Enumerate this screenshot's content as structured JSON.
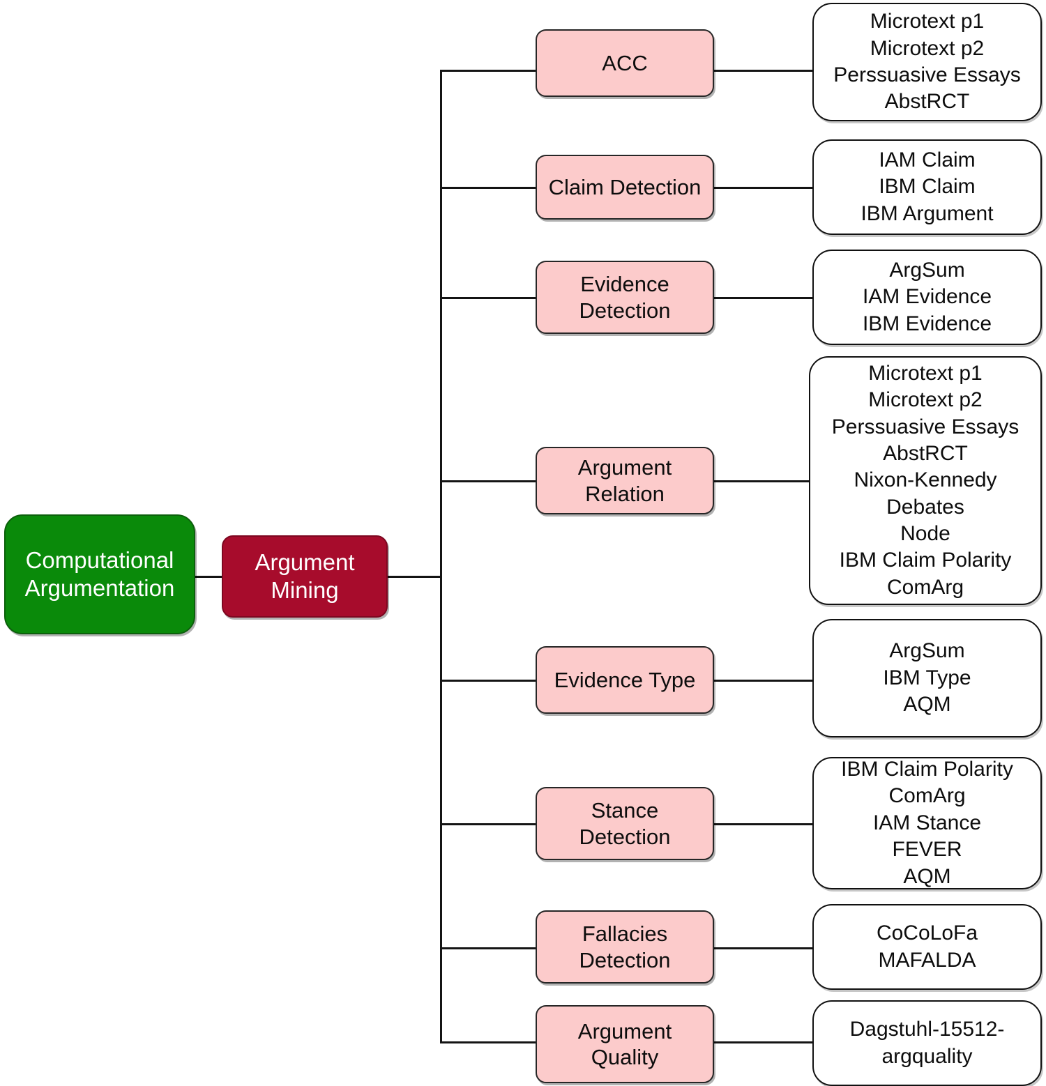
{
  "diagram": {
    "title": "Computational Argumentation taxonomy",
    "colors": {
      "root_fill": "#0a8a0a",
      "branch_fill": "#a70c2c",
      "task_fill": "#fccbcb",
      "detail_fill": "#ffffff",
      "stroke": "#141414",
      "root_text": "#ffffff",
      "branch_text": "#ffffff",
      "task_text": "#0d0d0d"
    },
    "root": {
      "label": "Computational\nArgumentation"
    },
    "branch": {
      "label": "Argument\nMining"
    },
    "tasks": [
      {
        "label": "ACC",
        "datasets": [
          "Microtext p1",
          "Microtext p2",
          "Perssuasive Essays",
          "AbstRCT"
        ],
        "datasets_text": "Microtext p1\nMicrotext p2\nPerssuasive Essays\nAbstRCT"
      },
      {
        "label": "Claim Detection",
        "datasets": [
          "IAM Claim",
          "IBM Claim",
          "IBM Argument"
        ],
        "datasets_text": "IAM Claim\nIBM Claim\nIBM Argument"
      },
      {
        "label": "Evidence\nDetection",
        "datasets": [
          "ArgSum",
          "IAM Evidence",
          "IBM Evidence"
        ],
        "datasets_text": "ArgSum\nIAM Evidence\nIBM Evidence"
      },
      {
        "label": "Argument\nRelation",
        "datasets": [
          "Microtext p1",
          "Microtext p2",
          "Perssuasive Essays",
          "AbstRCT",
          "Nixon-Kennedy Debates",
          "Node",
          "IBM Claim Polarity",
          "ComArg"
        ],
        "datasets_text": "Microtext p1\nMicrotext p2\nPerssuasive Essays\nAbstRCT\nNixon-Kennedy Debates\nNode\nIBM Claim Polarity\nComArg"
      },
      {
        "label": "Evidence Type",
        "datasets": [
          "ArgSum",
          "IBM Type",
          "AQM"
        ],
        "datasets_text": "ArgSum\nIBM Type\nAQM"
      },
      {
        "label": "Stance\nDetection",
        "datasets": [
          "IBM Claim Polarity",
          "ComArg",
          "IAM Stance",
          "FEVER",
          "AQM"
        ],
        "datasets_text": "IBM Claim Polarity\nComArg\nIAM Stance\nFEVER\nAQM"
      },
      {
        "label": "Fallacies\nDetection",
        "datasets": [
          "CoCoLoFa",
          "MAFALDA"
        ],
        "datasets_text": "CoCoLoFa\nMAFALDA"
      },
      {
        "label": "Argument\nQuality",
        "datasets": [
          "Dagstuhl-15512-argquality"
        ],
        "datasets_text": "Dagstuhl-15512-\nargquality"
      }
    ]
  }
}
